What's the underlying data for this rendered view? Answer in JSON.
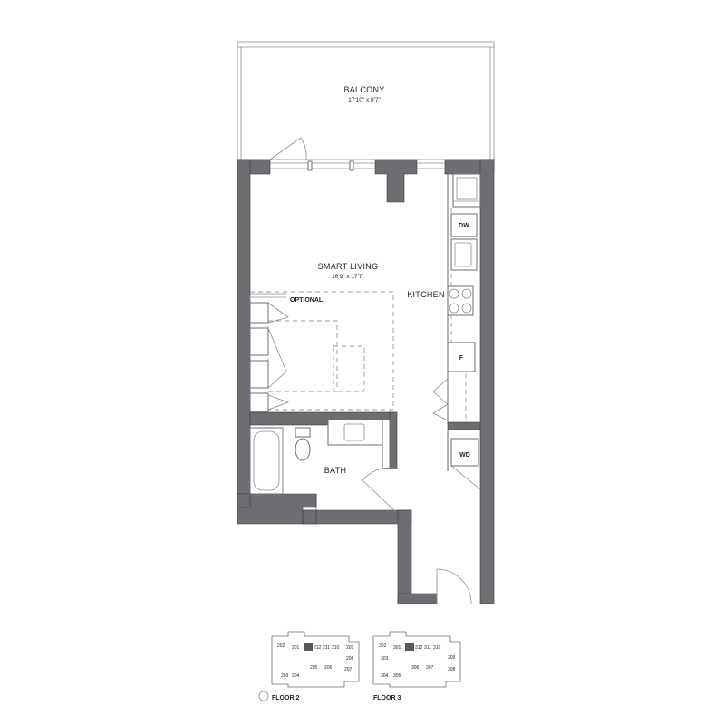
{
  "rooms": {
    "balcony": {
      "label": "BALCONY",
      "dims": "17'10\" x 8'7\""
    },
    "living": {
      "label": "SMART LIVING",
      "dims": "16'9\" x 17'7\""
    },
    "kitchen": {
      "label": "KITCHEN"
    },
    "bath": {
      "label": "BATH"
    },
    "optional": {
      "label": "OPTIONAL"
    }
  },
  "appliances": {
    "dishwasher": "DW",
    "fridge": "F",
    "washer_dryer": "WD"
  },
  "key_plans": [
    {
      "label": "FLOOR 2",
      "units": [
        "202",
        "201",
        "212",
        "211",
        "210",
        "209",
        "208",
        "203",
        "204",
        "205",
        "206",
        "207"
      ]
    },
    {
      "label": "FLOOR 3",
      "units": [
        "302",
        "301",
        "312",
        "311",
        "310",
        "309",
        "303",
        "308",
        "304",
        "305",
        "306",
        "307"
      ]
    }
  ]
}
